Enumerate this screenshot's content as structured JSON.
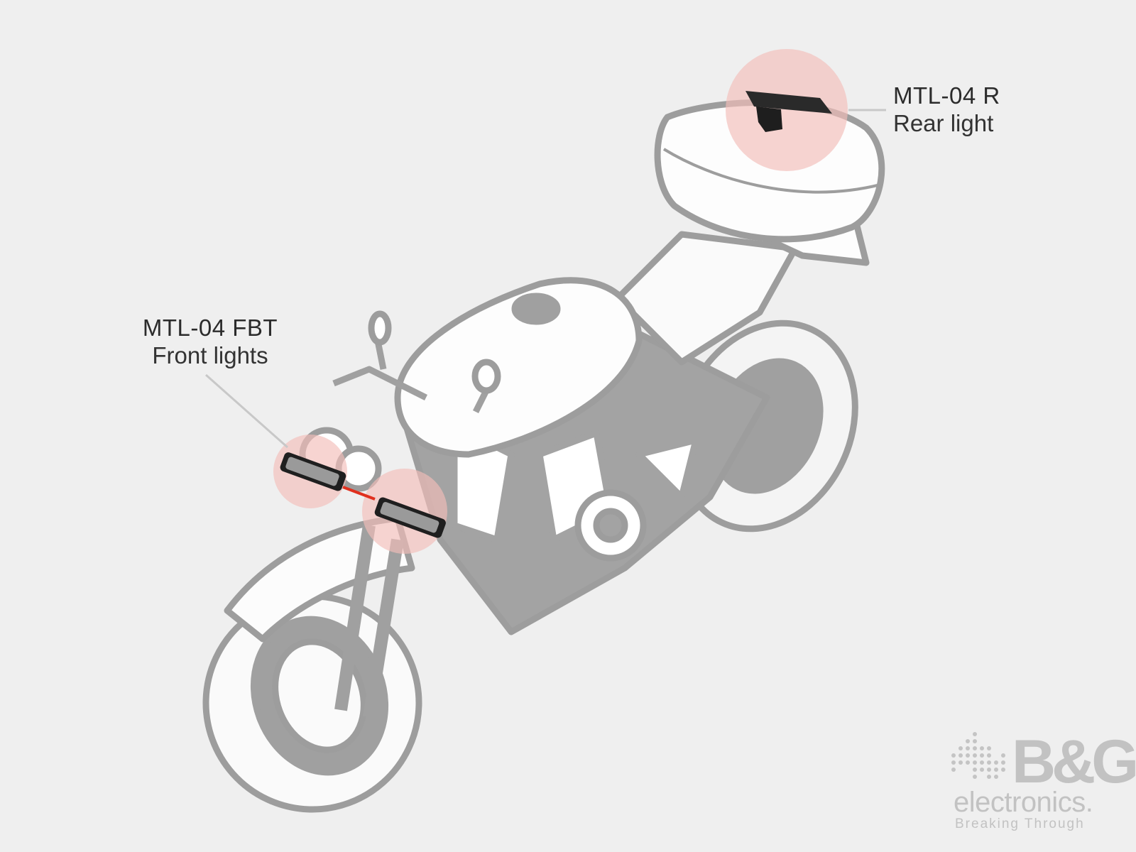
{
  "rear": {
    "model": "MTL-04 R",
    "description": "Rear light"
  },
  "front": {
    "model": "MTL-04 FBT",
    "description": "Front lights"
  },
  "logo": {
    "brand": "B&G",
    "name": "electronics.",
    "tagline": "Breaking Through"
  },
  "colors": {
    "background": "#efefef",
    "outline": "#9b9b9b",
    "highlight": "#f4c9c6",
    "wire": "#e0301e"
  }
}
